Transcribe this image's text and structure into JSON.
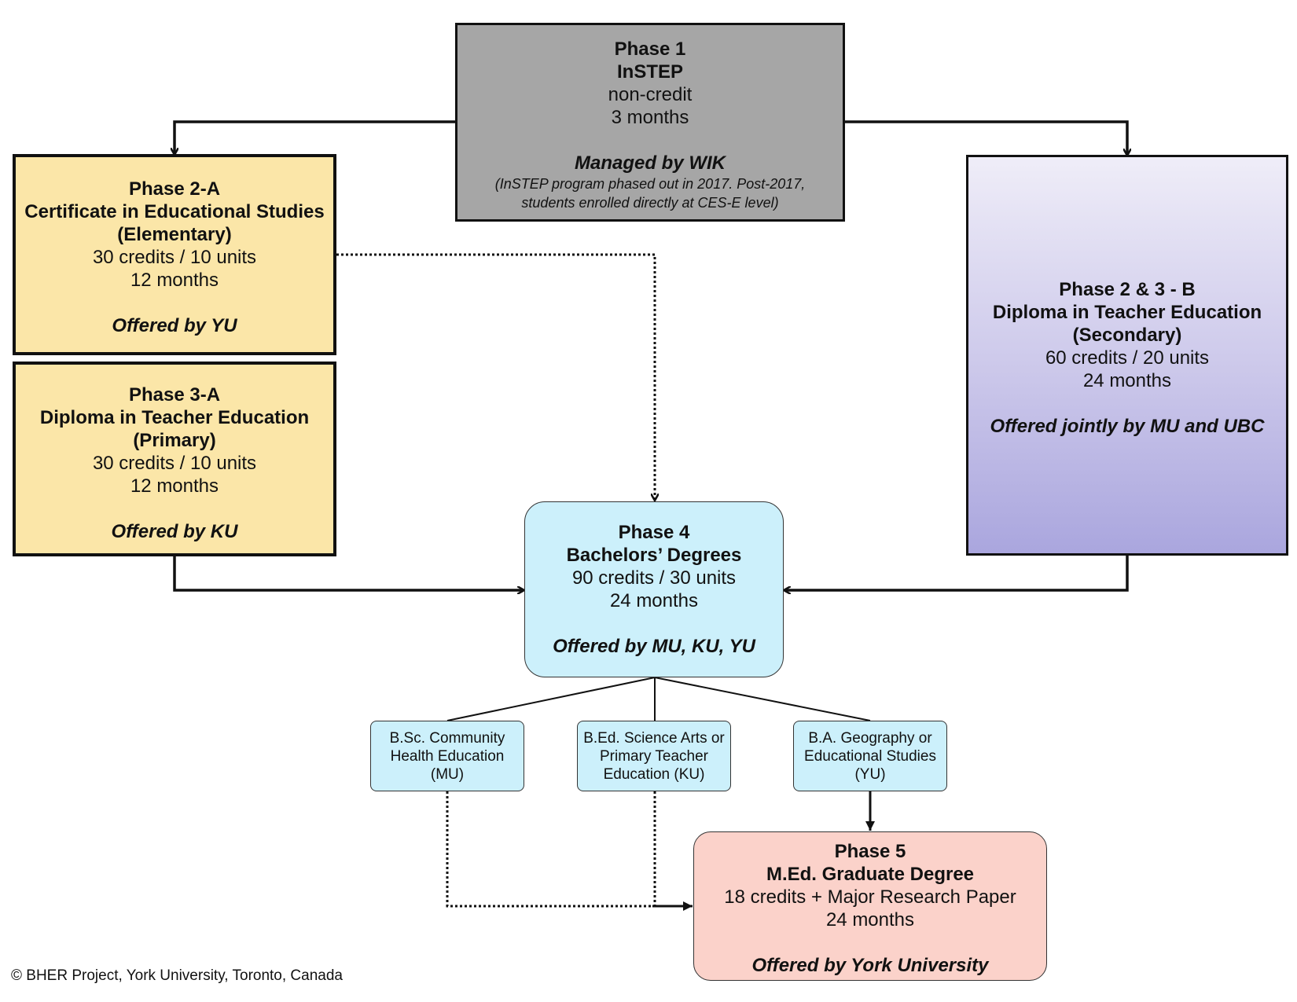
{
  "phase1": {
    "title": "Phase 1",
    "name": "InSTEP",
    "credit": "non-credit",
    "duration": "3 months",
    "managed_by": "Managed by WIK",
    "note_line1": "(InSTEP program phased out in 2017. Post-2017,",
    "note_line2": "students enrolled directly at CES-E level)",
    "color": "#a6a6a6"
  },
  "phase2a": {
    "title": "Phase 2-A",
    "name_line1": "Certificate in Educational Studies",
    "name_line2": "(Elementary)",
    "credits": "30 credits / 10 units",
    "duration": "12 months",
    "offered_by": "Offered by YU",
    "color": "#fbe6a8"
  },
  "phase3a": {
    "title": "Phase 3-A",
    "name_line1": "Diploma in Teacher Education",
    "name_line2": "(Primary)",
    "credits": "30 credits / 10 units",
    "duration": "12 months",
    "offered_by": "Offered by KU",
    "color": "#fbe6a8"
  },
  "phase23b": {
    "title": "Phase 2 & 3 - B",
    "name_line1": "Diploma in Teacher Education",
    "name_line2": "(Secondary)",
    "credits": "60 credits / 20 units",
    "duration": "24 months",
    "offered_by": "Offered jointly by MU and UBC",
    "color": "#aaa6de"
  },
  "phase4": {
    "title": "Phase 4",
    "name": "Bachelors’ Degrees",
    "credits": "90 credits / 30 units",
    "duration": "24 months",
    "offered_by": "Offered by MU, KU, YU",
    "color": "#ccf0fb"
  },
  "degrees": [
    {
      "line1": "B.Sc. Community",
      "line2": "Health Education",
      "line3": "(MU)"
    },
    {
      "line1": "B.Ed. Science Arts or",
      "line2": "Primary Teacher",
      "line3": "Education (KU)"
    },
    {
      "line1": "B.A. Geography or",
      "line2": "Educational Studies",
      "line3": "(YU)"
    }
  ],
  "phase5": {
    "title": "Phase 5",
    "name": "M.Ed. Graduate Degree",
    "credits": "18 credits + Major Research Paper",
    "duration": "24 months",
    "offered_by": "Offered by York University",
    "color": "#fbd2ca"
  },
  "footer": {
    "copyright": "© BHER Project, York University, Toronto, Canada"
  }
}
